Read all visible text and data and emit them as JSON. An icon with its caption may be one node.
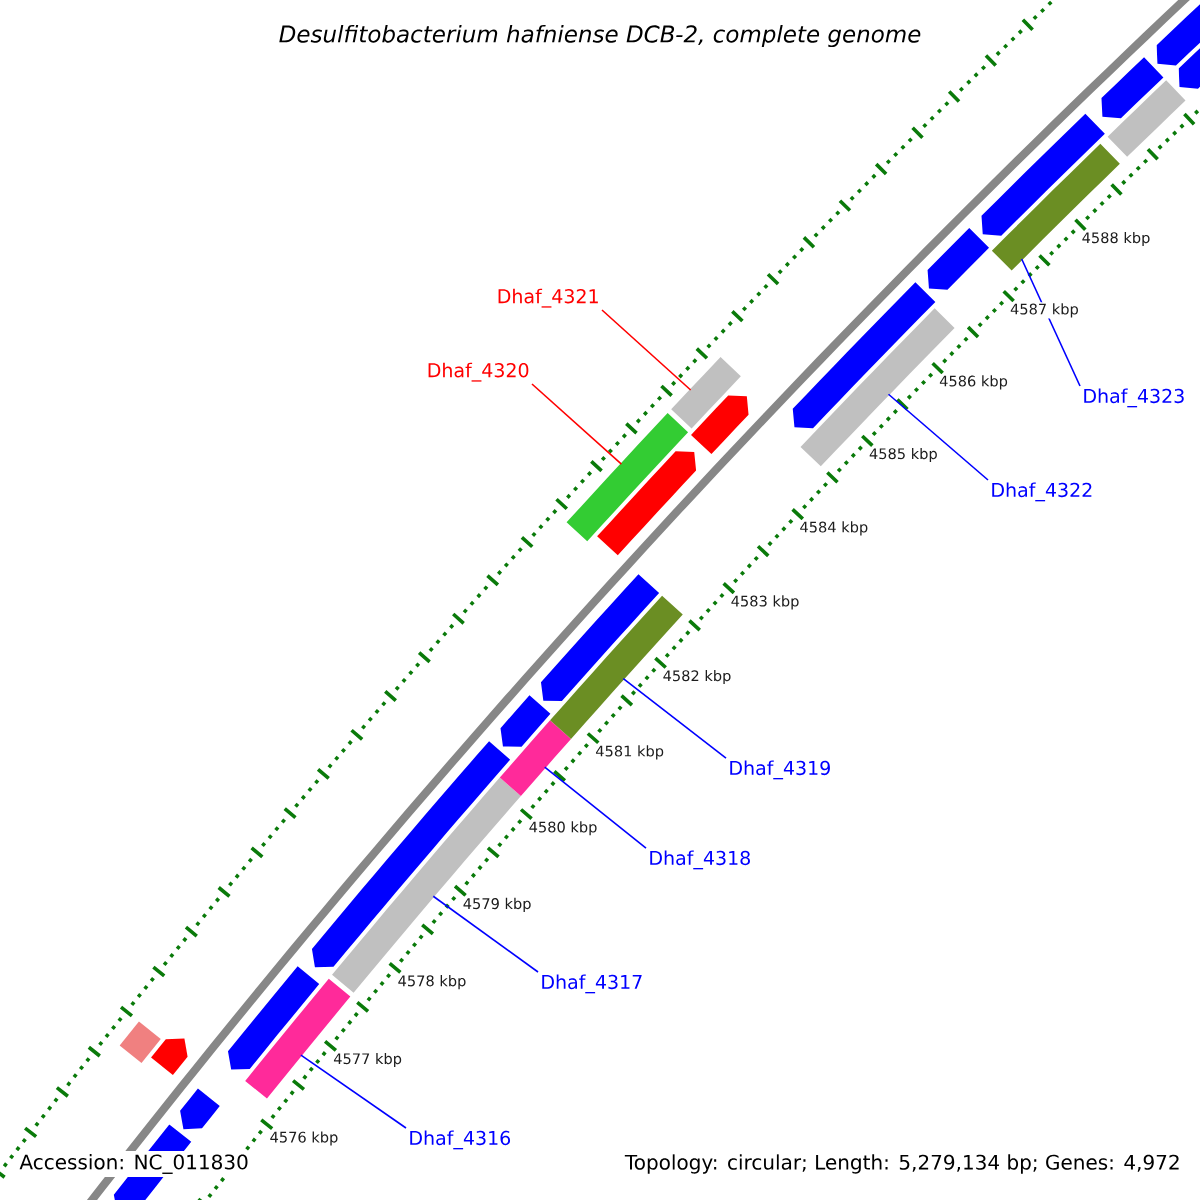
{
  "diagram": {
    "title": "Desulfitobacterium hafniense DCB-2, complete genome",
    "nodes": [
      {
        "text": [
          "Dhaf_4321"
        ]
      },
      {
        "text": [
          "Dhaf_4320"
        ]
      },
      {
        "text": [
          "Dhaf_4323"
        ]
      },
      {
        "text": [
          "Dhaf_4322"
        ]
      },
      {
        "text": [
          "Dhaf_4319"
        ]
      },
      {
        "text": [
          "Dhaf_4318"
        ]
      },
      {
        "text": [
          "Dhaf_4317"
        ]
      },
      {
        "text": [
          "Dhaf_4316"
        ]
      },
      {
        "text": [],
        "shape": "pentagon"
      },
      {
        "text": [],
        "shape": "pentagon"
      },
      {
        "text": [],
        "shape": "pentagon"
      },
      {
        "text": [],
        "shape": "pentagon"
      },
      {
        "text": [],
        "shape": "pentagon"
      },
      {
        "text": [],
        "shape": "pentagon"
      },
      {
        "text": [],
        "shape": "pentagon"
      },
      {
        "text": [],
        "shape": "pentagon"
      },
      {
        "text": [],
        "shape": "pentagon"
      },
      {
        "text": [],
        "shape": "pentagon"
      },
      {
        "text": [],
        "shape": "pentagon"
      },
      {
        "text": [],
        "shape": "bar"
      },
      {
        "text": [],
        "shape": "bar"
      },
      {
        "text": [],
        "shape": "bar"
      },
      {
        "text": [],
        "shape": "bar"
      },
      {
        "text": [],
        "shape": "bar"
      },
      {
        "text": [],
        "shape": "bar"
      },
      {
        "text": [],
        "shape": "bar"
      },
      {
        "text": [],
        "shape": "pentagon"
      },
      {
        "text": [],
        "shape": "pentagon"
      },
      {
        "text": [],
        "shape": "pentagon"
      },
      {
        "text": [],
        "shape": "pentagon"
      },
      {
        "text": [],
        "shape": "bar"
      },
      {
        "text": [],
        "shape": "bar"
      },
      {
        "text": [],
        "shape": "bar"
      }
    ],
    "edges": [
      {
        "from": 0,
        "to": 31,
        "arrow": "none",
        "color": "#ff0000"
      },
      {
        "from": 1,
        "to": 30,
        "arrow": "none",
        "color": "#ff0000"
      },
      {
        "from": 2,
        "to": 24,
        "arrow": "none"
      },
      {
        "from": 3,
        "to": 23,
        "arrow": "none"
      },
      {
        "from": 4,
        "to": 22,
        "arrow": "none"
      },
      {
        "from": 5,
        "to": 21,
        "arrow": "none"
      },
      {
        "from": 6,
        "to": 20,
        "arrow": "none"
      },
      {
        "from": 7,
        "to": 19,
        "arrow": "none"
      }
    ],
    "labels": [
      "4588 kbp",
      "4587 kbp",
      "4586 kbp",
      "4585 kbp",
      "4584 kbp",
      "4583 kbp",
      "4582 kbp",
      "4581 kbp",
      "4580 kbp",
      "4579 kbp",
      "4578 kbp",
      "4577 kbp",
      "4576 kbp",
      "Accession: NC_011830",
      "Topology: circular; Length: 5,279,134 bp; Genes: 4,972"
    ]
  }
}
